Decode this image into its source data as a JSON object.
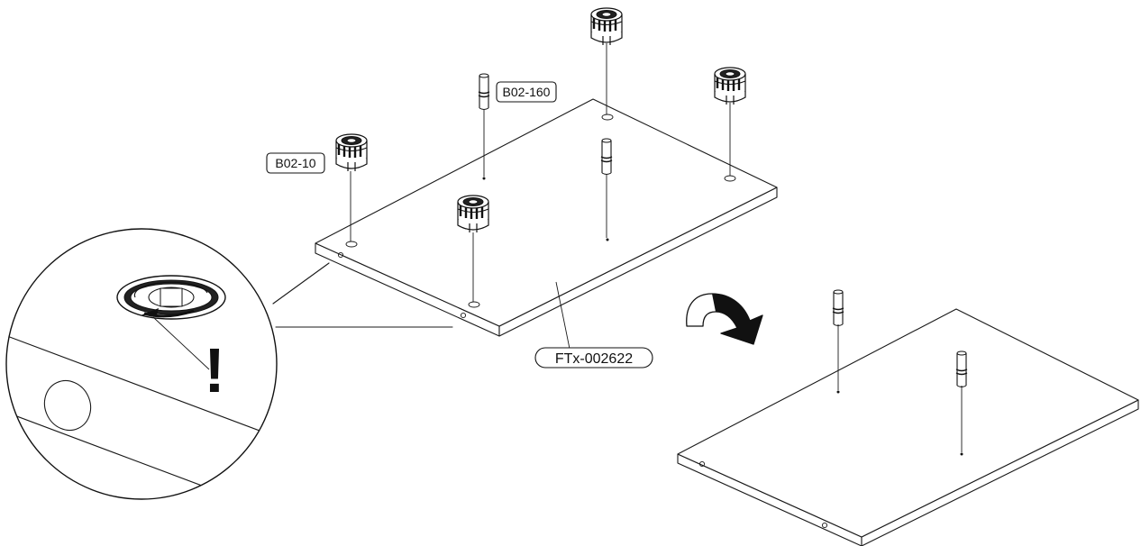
{
  "labels": {
    "cam_lock": "B02-10",
    "dowel": "B02-160",
    "panel": "FTx-002622"
  },
  "warning_mark": "!",
  "icons": [
    "cam-lock-icon",
    "dowel-pin-icon",
    "rotate-arrow-icon",
    "warning-icon",
    "magnifier-detail-icon"
  ]
}
